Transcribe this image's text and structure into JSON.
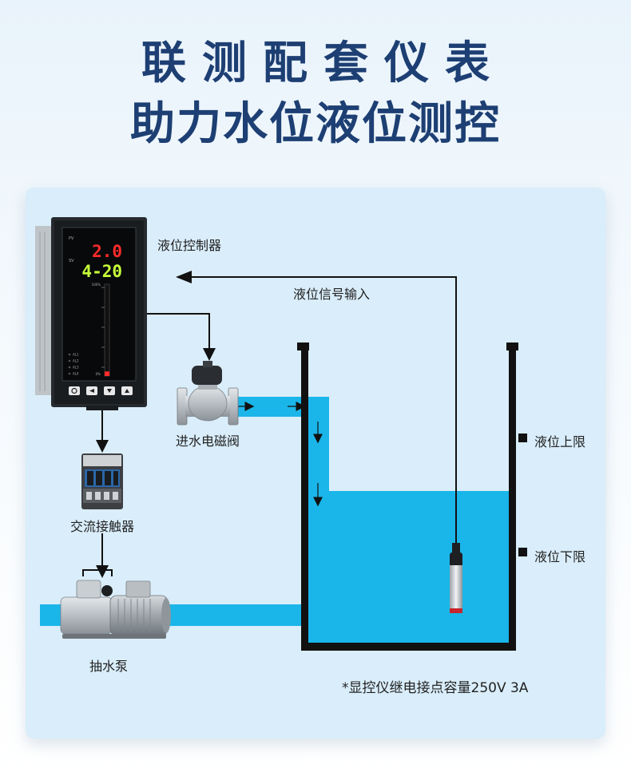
{
  "header": {
    "line1": "联测配套仪表",
    "line2": "助力水位液位测控"
  },
  "controller": {
    "label": "液位控制器",
    "pv_tag": "PV",
    "sv_tag": "SV",
    "pv_value": "2.0",
    "sv_value": "4-20",
    "bar_top": "100%",
    "bar_bottom": "0%",
    "alarms": [
      "AL1",
      "AL2",
      "AL3",
      "AL4"
    ],
    "level_fraction": 0.05
  },
  "labels": {
    "signal_input": "液位信号输入",
    "valve": "进水电磁阀",
    "contactor": "交流接触器",
    "pump": "抽水泵",
    "upper_limit": "液位上限",
    "lower_limit": "液位下限",
    "note": "*显控仪继电接点容量250V 3A"
  },
  "colors": {
    "water": "#1ab6ea",
    "title": "#1d3f73",
    "panel": "#d9edfa",
    "pv_red": "#ff2a2a",
    "sv_green": "#c6ff3a"
  }
}
